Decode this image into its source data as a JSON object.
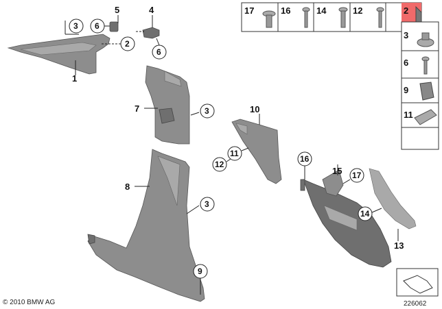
{
  "callouts": {
    "c1": "1",
    "c2a": "2",
    "c3a": "3",
    "c4": "4",
    "c5": "5",
    "c6a": "6",
    "c6b": "6",
    "c7": "7",
    "c3b": "3",
    "c8": "8",
    "c3c": "3",
    "c9": "9",
    "c10": "10",
    "c11": "11",
    "c12": "12",
    "c16": "16",
    "c15": "15",
    "c17": "17",
    "c14": "14",
    "c13": "13"
  },
  "parts_header": [
    "17",
    "16",
    "14",
    "12",
    "2"
  ],
  "parts_column": [
    "3",
    "6",
    "9",
    "11"
  ],
  "highlight_color": "#f06a6a",
  "part_color": "#8d8d8d",
  "copyright": "© 2010 BMW AG",
  "diagram_id": "226062"
}
